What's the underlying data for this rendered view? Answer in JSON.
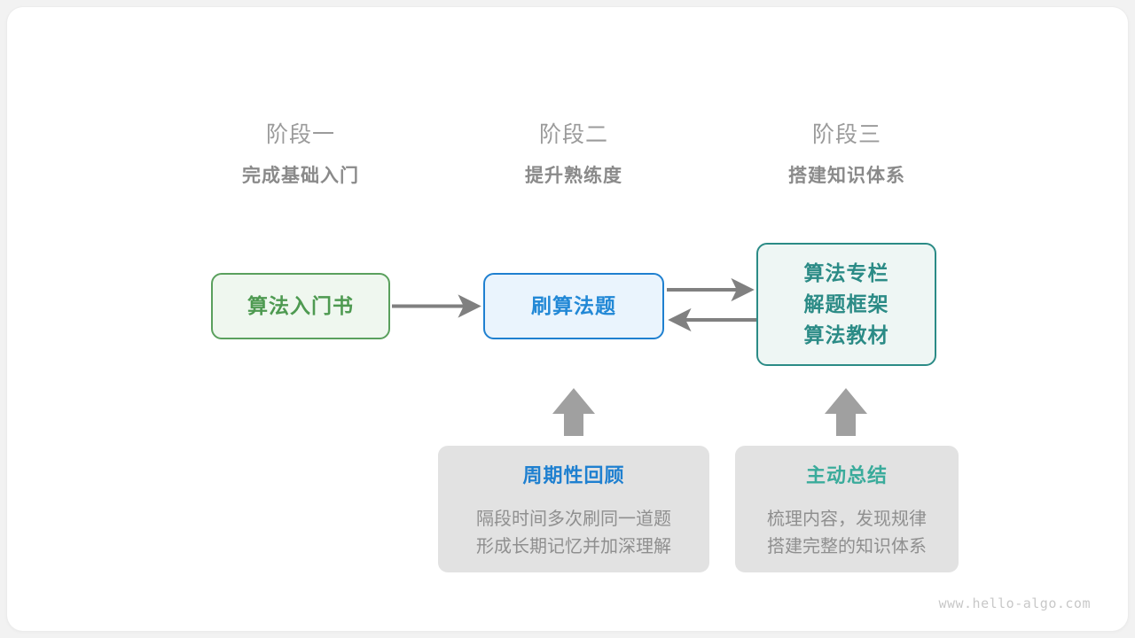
{
  "diagram": {
    "title": "algorithm-learning-roadmap",
    "background": "#ffffff",
    "phases": [
      {
        "name": "阶段一",
        "goal": "完成基础入门"
      },
      {
        "name": "阶段二",
        "goal": "提升熟练度"
      },
      {
        "name": "阶段三",
        "goal": "搭建知识体系"
      }
    ],
    "nodes": {
      "book": {
        "label": "算法入门书",
        "color": "#4e9a51",
        "border": "#5aa05d",
        "fill": "#eff7ef"
      },
      "practice": {
        "label": "刷算法题",
        "color": "#2288d6",
        "border": "#1f80d0",
        "fill": "#eaf4fd"
      },
      "resources": {
        "line1": "算法专栏",
        "line2": "解题框架",
        "line3": "算法教材",
        "color": "#2b8b86",
        "border": "#2b8b86",
        "fill": "#eef6f4"
      }
    },
    "tips": {
      "review": {
        "title": "周期性回顾",
        "title_color": "#1f80d0",
        "desc_line1": "隔段时间多次刷同一道题",
        "desc_line2": "形成长期记忆并加深理解"
      },
      "summary": {
        "title": "主动总结",
        "title_color": "#3aab9b",
        "desc_line1": "梳理内容，发现规律",
        "desc_line2": "搭建完整的知识体系"
      }
    },
    "arrow_color": "#808080",
    "up_arrow_color": "#a0a0a0",
    "watermark": "www.hello-algo.com"
  }
}
